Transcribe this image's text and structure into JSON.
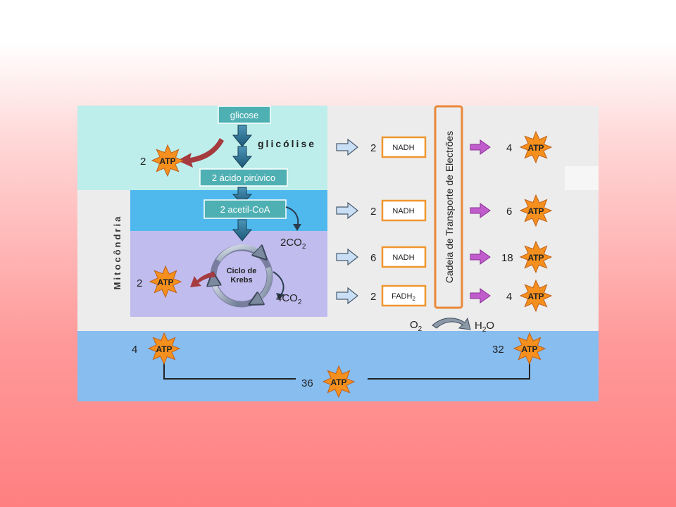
{
  "title": "",
  "labels": {
    "glicose": "glicose",
    "glicolise": "glicólise",
    "acido_piruvico": "2 ácido pirúvico",
    "acetil_coa": "2 acetil-CoA",
    "mitocondria": "Mitocôndria",
    "ciclo_line1": "Ciclo de",
    "ciclo_line2": "Krebs",
    "co2_2": "2CO",
    "co2_4": "4CO",
    "co2_sub": "2",
    "chain": "Cadeia de Transporte de Electrões",
    "o2": "O",
    "o2_sub": "2",
    "h2o_h": "H",
    "h2o_sub": "2",
    "h2o_o": "O",
    "atp": "ATP"
  },
  "atp_inputs": {
    "glycolysis": "2",
    "krebs": "2"
  },
  "carriers": [
    {
      "count": "2",
      "name": "NADH",
      "sub": "",
      "atp": "4"
    },
    {
      "count": "2",
      "name": "NADH",
      "sub": "",
      "atp": "6"
    },
    {
      "count": "6",
      "name": "NADH",
      "sub": "",
      "atp": "18"
    },
    {
      "count": "2",
      "name": "FADH",
      "sub": "2",
      "atp": "4"
    }
  ],
  "totals": {
    "left": "4",
    "right": "32",
    "sum": "36"
  },
  "colors": {
    "cyan_region": "#bdeeeb",
    "gray_region": "#ececec",
    "blue_band": "#4fb9ee",
    "lavender_region": "#c1bcee",
    "bottom_band": "#88bdf0",
    "teal_box": "#4fb0b3",
    "orange_box": "#f0962e",
    "atp_star": "#f5901e",
    "purple_arrow": "#c05ccc",
    "light_arrow": "#c9dff5",
    "dark_arrow": "#1f5f7a",
    "maroon_arrow": "#a53a3f"
  }
}
